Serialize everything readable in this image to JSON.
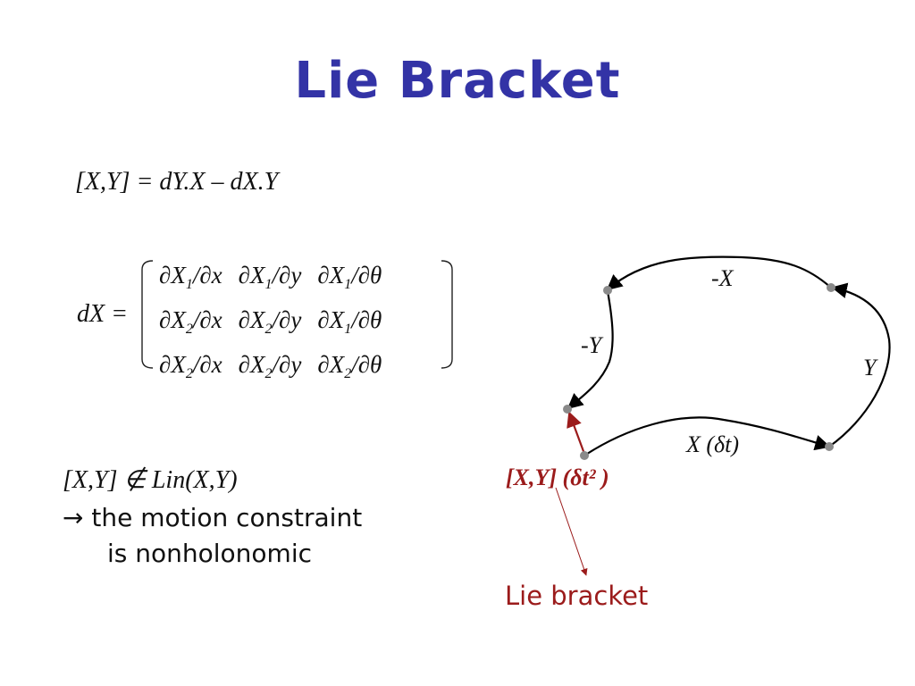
{
  "title": "Lie Bracket",
  "eq_bracket_def": "[X,Y] = dY.X – dX.Y",
  "matrix": {
    "lhs": "dX =",
    "rows": [
      [
        {
          "p": "∂X",
          "s": "1",
          "q": "/∂x"
        },
        {
          "p": "∂X",
          "s": "1",
          "q": "/∂y"
        },
        {
          "p": "∂X",
          "s": "1",
          "q": "/∂θ"
        }
      ],
      [
        {
          "p": "∂X",
          "s": "2",
          "q": "/∂x"
        },
        {
          "p": "∂X",
          "s": "2",
          "q": "/∂y"
        },
        {
          "p": "∂X",
          "s": "1",
          "q": "/∂θ"
        }
      ],
      [
        {
          "p": "∂X",
          "s": "2",
          "q": "/∂x"
        },
        {
          "p": "∂X",
          "s": "2",
          "q": "/∂y"
        },
        {
          "p": "∂X",
          "s": "2",
          "q": "/∂θ"
        }
      ]
    ]
  },
  "lin_statement": "[X,Y] ∉ Lin(X,Y)",
  "note": {
    "line1": "→ the motion constraint",
    "line2": "is nonholonomic"
  },
  "diagram": {
    "label_neg_x": "-X",
    "label_neg_y": "-Y",
    "label_y": "Y",
    "label_x": "X (δt)",
    "label_bracket": "[X,Y] (δt² )",
    "label_lie": "Lie bracket"
  },
  "colors": {
    "title": "#3333a6",
    "bracket": "#9b1b1b",
    "text": "#111111",
    "dot": "#8a8a8a"
  }
}
